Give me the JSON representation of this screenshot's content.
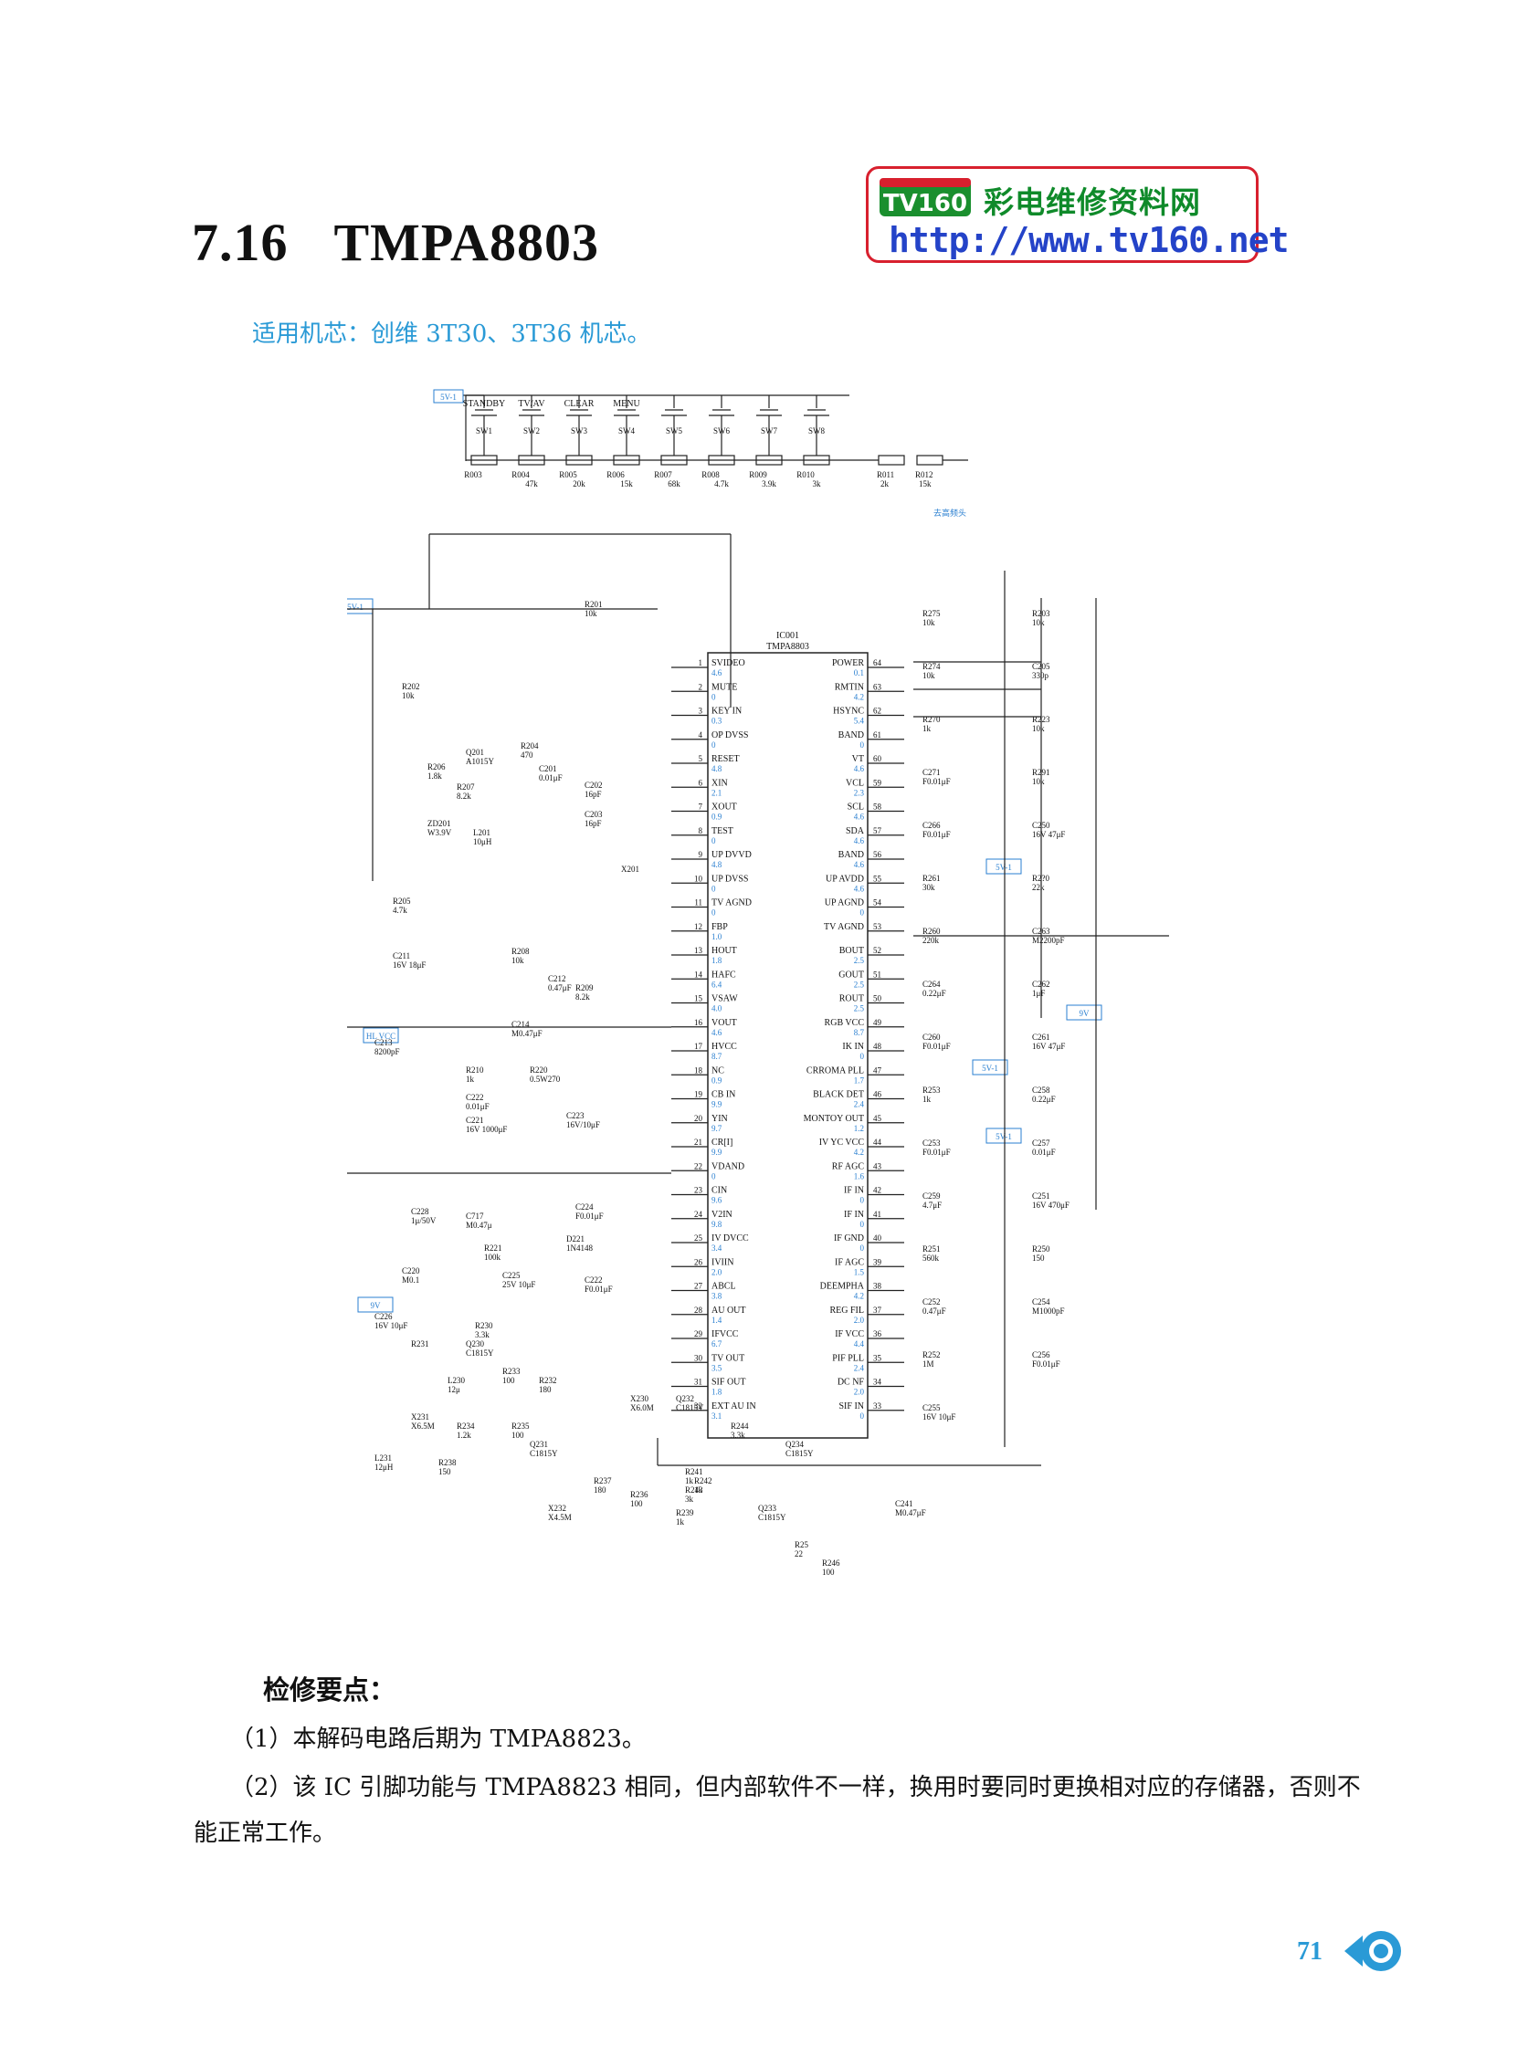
{
  "header": {
    "section_number": "7.16",
    "section_title": "TMPA8803",
    "applicable": "适用机芯：创维 3T30、3T36 机芯。"
  },
  "logo": {
    "badge": "TV160",
    "name": "彩电维修资料网",
    "url": "http://www.tv160.net"
  },
  "schematic": {
    "ic_ref": "IC001",
    "ic_name": "TMPA8803",
    "left_pins": [
      {
        "n": "1",
        "name": "SVIDEO",
        "v": "4.6"
      },
      {
        "n": "2",
        "name": "MUTE",
        "v": "0"
      },
      {
        "n": "3",
        "name": "KEY IN",
        "v": "0.3"
      },
      {
        "n": "4",
        "name": "OP DVSS",
        "v": "0"
      },
      {
        "n": "5",
        "name": "RESET",
        "v": "4.8"
      },
      {
        "n": "6",
        "name": "XIN",
        "v": "2.1"
      },
      {
        "n": "7",
        "name": "XOUT",
        "v": "0.9"
      },
      {
        "n": "8",
        "name": "TEST",
        "v": "0"
      },
      {
        "n": "9",
        "name": "UP DVVD",
        "v": "4.8"
      },
      {
        "n": "10",
        "name": "UP DVSS",
        "v": "0"
      },
      {
        "n": "11",
        "name": "TV AGND",
        "v": "0"
      },
      {
        "n": "12",
        "name": "FBP",
        "v": "1.0"
      },
      {
        "n": "13",
        "name": "HOUT",
        "v": "1.8"
      },
      {
        "n": "14",
        "name": "HAFC",
        "v": "6.4"
      },
      {
        "n": "15",
        "name": "VSAW",
        "v": "4.0"
      },
      {
        "n": "16",
        "name": "VOUT",
        "v": "4.6"
      },
      {
        "n": "17",
        "name": "HVCC",
        "v": "8.7"
      },
      {
        "n": "18",
        "name": "NC",
        "v": "0.9"
      },
      {
        "n": "19",
        "name": "CB IN",
        "v": "9.9"
      },
      {
        "n": "20",
        "name": "YIN",
        "v": "9.7"
      },
      {
        "n": "21",
        "name": "CR[I]",
        "v": "9.9"
      },
      {
        "n": "22",
        "name": "VDAND",
        "v": "0"
      },
      {
        "n": "23",
        "name": "CIN",
        "v": "9.6"
      },
      {
        "n": "24",
        "name": "V2IN",
        "v": "9.8"
      },
      {
        "n": "25",
        "name": "IV DVCC",
        "v": "3.4"
      },
      {
        "n": "26",
        "name": "IVIIN",
        "v": "2.0"
      },
      {
        "n": "27",
        "name": "ABCL",
        "v": "3.8"
      },
      {
        "n": "28",
        "name": "AU OUT",
        "v": "1.4"
      },
      {
        "n": "29",
        "name": "IFVCC",
        "v": "6.7"
      },
      {
        "n": "30",
        "name": "TV OUT",
        "v": "3.5"
      },
      {
        "n": "31",
        "name": "SIF OUT",
        "v": "1.8"
      },
      {
        "n": "32",
        "name": "EXT AU IN",
        "v": "3.1"
      }
    ],
    "right_pins": [
      {
        "n": "64",
        "name": "POWER",
        "v": "0.1"
      },
      {
        "n": "63",
        "name": "RMTIN",
        "v": "4.2"
      },
      {
        "n": "62",
        "name": "HSYNC",
        "v": "5.4"
      },
      {
        "n": "61",
        "name": "BAND",
        "v": "0"
      },
      {
        "n": "60",
        "name": "VT",
        "v": "4.6"
      },
      {
        "n": "59",
        "name": "VCL",
        "v": "2.3"
      },
      {
        "n": "58",
        "name": "SCL",
        "v": "4.6"
      },
      {
        "n": "57",
        "name": "SDA",
        "v": "4.6"
      },
      {
        "n": "56",
        "name": "BAND",
        "v": "4.6"
      },
      {
        "n": "55",
        "name": "UP AVDD",
        "v": "4.6"
      },
      {
        "n": "54",
        "name": "UP AGND",
        "v": "0"
      },
      {
        "n": "53",
        "name": "TV AGND",
        "v": ""
      },
      {
        "n": "52",
        "name": "BOUT",
        "v": "2.5"
      },
      {
        "n": "51",
        "name": "GOUT",
        "v": "2.5"
      },
      {
        "n": "50",
        "name": "ROUT",
        "v": "2.5"
      },
      {
        "n": "49",
        "name": "RGB VCC",
        "v": "8.7"
      },
      {
        "n": "48",
        "name": "IK IN",
        "v": "0"
      },
      {
        "n": "47",
        "name": "CRROMA PLL",
        "v": "1.7"
      },
      {
        "n": "46",
        "name": "BLACK DET",
        "v": "2.4"
      },
      {
        "n": "45",
        "name": "MONTOY OUT",
        "v": "1.2"
      },
      {
        "n": "44",
        "name": "IV YC VCC",
        "v": "4.2"
      },
      {
        "n": "43",
        "name": "RF AGC",
        "v": "1.6"
      },
      {
        "n": "42",
        "name": "IF IN",
        "v": "0"
      },
      {
        "n": "41",
        "name": "IF IN",
        "v": "0"
      },
      {
        "n": "40",
        "name": "IF GND",
        "v": "0"
      },
      {
        "n": "39",
        "name": "IF AGC",
        "v": "1.5"
      },
      {
        "n": "38",
        "name": "DEEMPHA",
        "v": "4.2"
      },
      {
        "n": "37",
        "name": "REG FIL",
        "v": "2.0"
      },
      {
        "n": "36",
        "name": "IF VCC",
        "v": "4.4"
      },
      {
        "n": "35",
        "name": "PIF PLL",
        "v": "2.4"
      },
      {
        "n": "34",
        "name": "DC NF",
        "v": "2.0"
      },
      {
        "n": "33",
        "name": "SIF IN",
        "v": "0"
      }
    ],
    "keys": [
      {
        "sw": "SW1",
        "label": "STANDBY",
        "r": "R003",
        "rv": ""
      },
      {
        "sw": "SW2",
        "label": "TV/AV",
        "r": "R004",
        "rv": "47k"
      },
      {
        "sw": "SW3",
        "label": "CLEAR",
        "r": "R005",
        "rv": "20k"
      },
      {
        "sw": "SW4",
        "label": "MENU",
        "r": "R006",
        "rv": "15k"
      },
      {
        "sw": "SW5",
        "label": "",
        "r": "R007",
        "rv": "68k"
      },
      {
        "sw": "SW6",
        "label": "",
        "r": "R008",
        "rv": "4.7k"
      },
      {
        "sw": "SW7",
        "label": "",
        "r": "R009",
        "rv": "3.9k"
      },
      {
        "sw": "SW8",
        "label": "",
        "r": "R010",
        "rv": "3k"
      }
    ],
    "rails": [
      "5V-1",
      "5V-1",
      "5V-1",
      "5V-1",
      "9V",
      "9V",
      "HL VCC"
    ],
    "note_tuner": "去高频头",
    "components_left": [
      {
        "ref": "R011",
        "v": "2k"
      },
      {
        "ref": "R012",
        "v": "15k"
      },
      {
        "ref": "R201",
        "v": "10k"
      },
      {
        "ref": "R202",
        "v": "10k"
      },
      {
        "ref": "Q201",
        "v": "A1015Y"
      },
      {
        "ref": "R204",
        "v": "470"
      },
      {
        "ref": "R206",
        "v": "1.8k"
      },
      {
        "ref": "R207",
        "v": "8.2k"
      },
      {
        "ref": "ZD201",
        "v": "W3.9V"
      },
      {
        "ref": "L201",
        "v": "10μH"
      },
      {
        "ref": "C201",
        "v": "0.01μF"
      },
      {
        "ref": "C202",
        "v": "16pF"
      },
      {
        "ref": "C203",
        "v": "16pF"
      },
      {
        "ref": "X201",
        "v": ""
      },
      {
        "ref": "R205",
        "v": "4.7k"
      },
      {
        "ref": "C211",
        "v": "16V 18μF"
      },
      {
        "ref": "R208",
        "v": "10k"
      },
      {
        "ref": "C212",
        "v": "0.47μF"
      },
      {
        "ref": "R209",
        "v": "8.2k"
      },
      {
        "ref": "C214",
        "v": "M0.47μF"
      },
      {
        "ref": "C213",
        "v": "8200pF"
      },
      {
        "ref": "R210",
        "v": "1k"
      },
      {
        "ref": "R220",
        "v": "0.5W270"
      },
      {
        "ref": "C222",
        "v": "0.01μF"
      },
      {
        "ref": "C221",
        "v": "16V 1000μF"
      },
      {
        "ref": "C223",
        "v": "16V/10μF"
      },
      {
        "ref": "C224",
        "v": "F0.01μF"
      },
      {
        "ref": "C228",
        "v": "1μ/50V"
      },
      {
        "ref": "C717",
        "v": "M0.47μ"
      },
      {
        "ref": "R221",
        "v": "100k"
      },
      {
        "ref": "D221",
        "v": "1N4148"
      },
      {
        "ref": "C220",
        "v": "M0.1"
      },
      {
        "ref": "C225",
        "v": "25V 10μF"
      },
      {
        "ref": "C222",
        "v": "F0.01μF"
      },
      {
        "ref": "C226",
        "v": "16V 10μF"
      },
      {
        "ref": "R230",
        "v": "3.3k"
      },
      {
        "ref": "R231",
        "v": ""
      },
      {
        "ref": "Q230",
        "v": "C1815Y"
      },
      {
        "ref": "R233",
        "v": "100"
      },
      {
        "ref": "L230",
        "v": "12μ"
      },
      {
        "ref": "R232",
        "v": "180"
      },
      {
        "ref": "X230",
        "v": "X6.0M"
      },
      {
        "ref": "X231",
        "v": "X6.5M"
      },
      {
        "ref": "R234",
        "v": "1.2k"
      },
      {
        "ref": "R235",
        "v": "100"
      },
      {
        "ref": "Q231",
        "v": "C1815Y"
      },
      {
        "ref": "L231",
        "v": "12μH"
      },
      {
        "ref": "R238",
        "v": "150"
      },
      {
        "ref": "R237",
        "v": "180"
      },
      {
        "ref": "R236",
        "v": "100"
      },
      {
        "ref": "X232",
        "v": "X4.5M"
      },
      {
        "ref": "R239",
        "v": "1k"
      },
      {
        "ref": "Q232",
        "v": "C1815Y"
      },
      {
        "ref": "R241",
        "v": "1k"
      },
      {
        "ref": "R243",
        "v": "3k"
      },
      {
        "ref": "R244",
        "v": "3.3k"
      },
      {
        "ref": "R242",
        "v": "1k"
      },
      {
        "ref": "Q233",
        "v": "C1815Y"
      },
      {
        "ref": "Q234",
        "v": "C1815Y"
      },
      {
        "ref": "R25",
        "v": "22"
      },
      {
        "ref": "R246",
        "v": "100"
      },
      {
        "ref": "C241",
        "v": "M0.47μF"
      }
    ],
    "components_right": [
      {
        "ref": "R275",
        "v": "10k"
      },
      {
        "ref": "R203",
        "v": "10k"
      },
      {
        "ref": "R274",
        "v": "10k"
      },
      {
        "ref": "C205",
        "v": "330p"
      },
      {
        "ref": "R270",
        "v": "1k"
      },
      {
        "ref": "R223",
        "v": "10k"
      },
      {
        "ref": "C271",
        "v": "F0.01μF"
      },
      {
        "ref": "R291",
        "v": "10k"
      },
      {
        "ref": "C266",
        "v": "F0.01μF"
      },
      {
        "ref": "C250",
        "v": "16V 47μF"
      },
      {
        "ref": "R261",
        "v": "30k"
      },
      {
        "ref": "R2?0",
        "v": "22k"
      },
      {
        "ref": "R260",
        "v": "220k"
      },
      {
        "ref": "C263",
        "v": "M2200pF"
      },
      {
        "ref": "C264",
        "v": "0.22μF"
      },
      {
        "ref": "C262",
        "v": "1μF"
      },
      {
        "ref": "C260",
        "v": "F0.01μF"
      },
      {
        "ref": "C261",
        "v": "16V 47μF"
      },
      {
        "ref": "R253",
        "v": "1k"
      },
      {
        "ref": "C258",
        "v": "0.22μF"
      },
      {
        "ref": "C253",
        "v": "F0.01μF"
      },
      {
        "ref": "C257",
        "v": "0.01μF"
      },
      {
        "ref": "C259",
        "v": "4.7μF"
      },
      {
        "ref": "C251",
        "v": "16V 470μF"
      },
      {
        "ref": "R251",
        "v": "560k"
      },
      {
        "ref": "R250",
        "v": "150"
      },
      {
        "ref": "C252",
        "v": "0.47μF"
      },
      {
        "ref": "C254",
        "v": "M1000pF"
      },
      {
        "ref": "R252",
        "v": "1M"
      },
      {
        "ref": "C256",
        "v": "F0.01μF"
      },
      {
        "ref": "C255",
        "v": "16V 10μF"
      }
    ]
  },
  "repair": {
    "heading": "检修要点：",
    "point1": "（1）本解码电路后期为 TMPA8823。",
    "point2": "（2）该 IC 引脚功能与 TMPA8823 相同，但内部软件不一样，换用时要同时更换相对应的存储器，否则不能正常工作。"
  },
  "page_number": "71"
}
